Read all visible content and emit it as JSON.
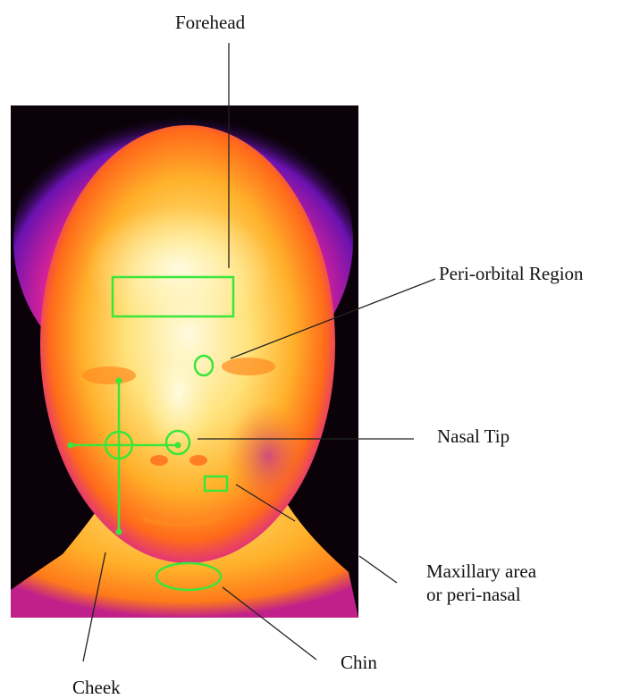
{
  "figure": {
    "labels": {
      "forehead": "Forehead",
      "periorbital": "Peri-orbital Region",
      "nasal_tip": "Nasal Tip",
      "maxillary_line1": "Maxillary area",
      "maxillary_line2": "or peri-nasal",
      "chin": "Chin",
      "cheek": "Cheek"
    },
    "colors": {
      "roi": "#39e639",
      "background": "#0a0208",
      "leader": "#222222"
    }
  }
}
